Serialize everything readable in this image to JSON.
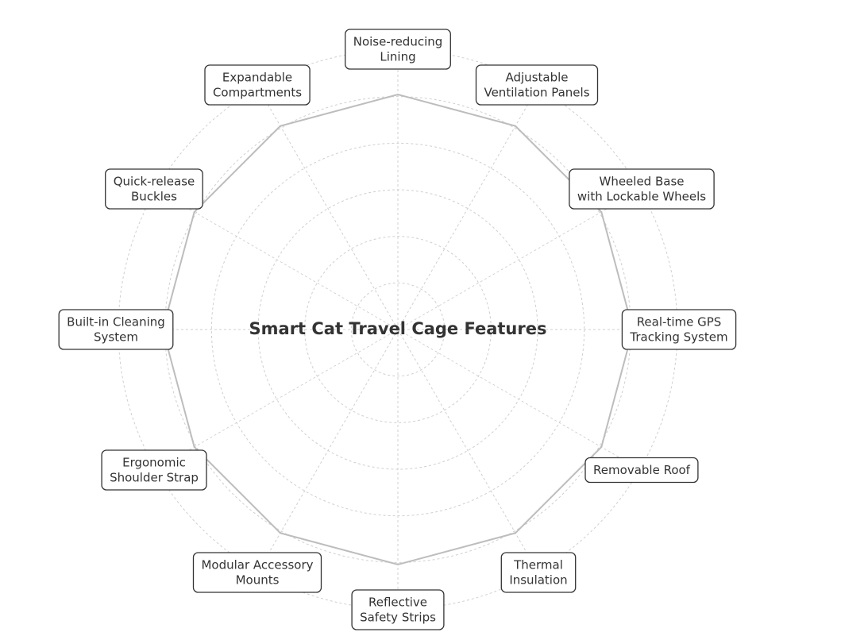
{
  "title": "Smart Cat Travel Cage Features",
  "colors": {
    "grid": "#cfcfcf",
    "outline": "#bdbdbd",
    "box_border": "#333333",
    "text": "#333333",
    "background": "#ffffff"
  },
  "features": [
    {
      "lines": [
        "Noise-reducing",
        "Lining"
      ]
    },
    {
      "lines": [
        "Adjustable",
        "Ventilation Panels"
      ]
    },
    {
      "lines": [
        "Wheeled Base",
        "with Lockable Wheels"
      ]
    },
    {
      "lines": [
        "Real-time GPS",
        "Tracking System"
      ]
    },
    {
      "lines": [
        "Removable Roof"
      ]
    },
    {
      "lines": [
        "Thermal",
        "Insulation"
      ]
    },
    {
      "lines": [
        "Reflective",
        "Safety Strips"
      ]
    },
    {
      "lines": [
        "Modular Accessory",
        "Mounts"
      ]
    },
    {
      "lines": [
        "Ergonomic",
        "Shoulder Strap"
      ]
    },
    {
      "lines": [
        "Built-in Cleaning",
        "System"
      ]
    },
    {
      "lines": [
        "Quick-release",
        "Buckles"
      ]
    },
    {
      "lines": [
        "Expandable",
        "Compartments"
      ]
    }
  ]
}
